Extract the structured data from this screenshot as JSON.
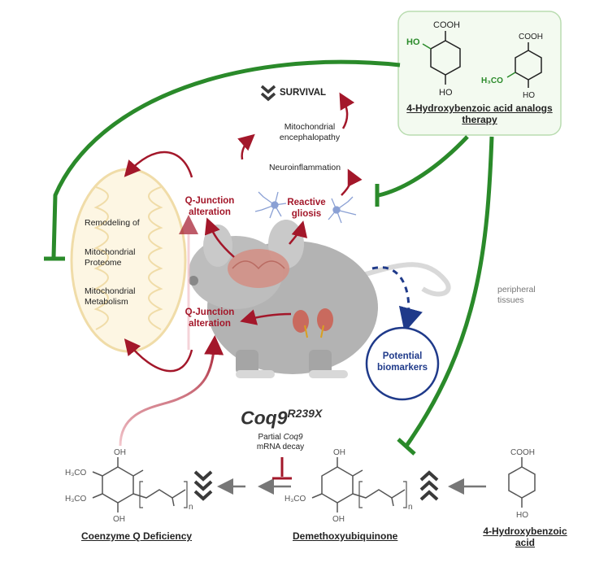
{
  "therapy": {
    "title": "4-Hydroxybenzoic acid analogs therapy",
    "mol1_cooh": "COOH",
    "mol1_ho_top": "HO",
    "mol1_ho_bottom": "HO",
    "mol2_cooh": "COOH",
    "mol2_meo": "H₃CO",
    "mol2_ho": "HO"
  },
  "survival": "SURVIVAL",
  "mito_enceph": "Mitochondrial encephalopathy",
  "neuroinflammation": "Neuroinflammation",
  "reactive_gliosis": "Reactive gliosis",
  "qjunction_top": "Q-Junction alteration",
  "qjunction_bottom": "Q-Junction alteration",
  "mito_box": {
    "line1": "Remodeling of",
    "line2": "Mitochondrial Proteome",
    "line3": "Mitochondrial Metabolism"
  },
  "peripheral": "peripheral tissues",
  "biomarkers": "Potential biomarkers",
  "genotype": {
    "gene": "Coq9",
    "allele": "R239X"
  },
  "decay": {
    "prefix": "Partial",
    "gene": "Coq9",
    "suffix": "mRNA decay"
  },
  "coq": {
    "label": "Coenzyme Q Deficiency",
    "oh_top": "OH",
    "meo_top": "H₃CO",
    "meo_bottom": "H₃CO",
    "oh_bottom": "OH",
    "n": "n"
  },
  "dmq": {
    "label": "Demethoxyubiquinone",
    "oh_top": "OH",
    "meo_bottom": "H₃CO",
    "oh_bottom": "OH",
    "n": "n"
  },
  "hba": {
    "label": "4-Hydroxybenzoic acid",
    "cooh": "COOH",
    "ho": "HO"
  },
  "colors": {
    "green": "#2a8a2a",
    "red": "#a3172a",
    "navy": "#1f3a8a",
    "gray_mouse": "#a9a9a9"
  }
}
